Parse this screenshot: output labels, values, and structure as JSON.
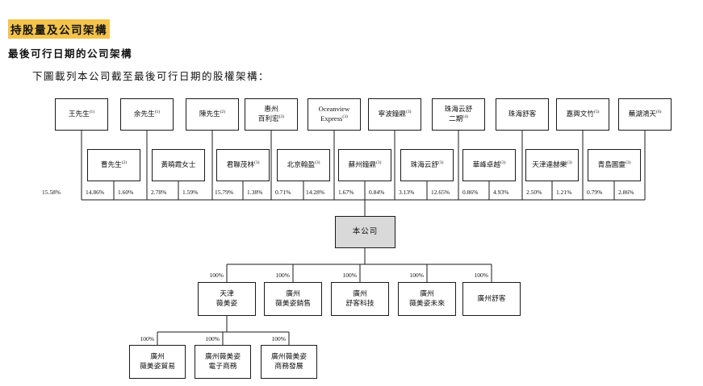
{
  "page": {
    "section_title": "持股量及公司架構",
    "subsection_title": "最後可行日期的公司架構",
    "intro_text": "下圖載列本公司截至最後可行日期的股權架構：",
    "highlight_color": "#F3C34B"
  },
  "diagram": {
    "row1": [
      {
        "label": "王先生",
        "sup": "(1)"
      },
      {
        "label": "余先生",
        "sup": "(1)"
      },
      {
        "label": "陳先生",
        "sup": "(2)"
      },
      {
        "label": "惠州\n百利宏",
        "sup": "(3)"
      },
      {
        "label": "Oceanview\nExpress",
        "sup": "(3)"
      },
      {
        "label": "寧波鐘鼎",
        "sup": "(3)"
      },
      {
        "label": "珠海云舒\n二期",
        "sup": "(4)"
      },
      {
        "label": "珠海舒客",
        "sup": ""
      },
      {
        "label": "嘉興文竹",
        "sup": "(5)"
      },
      {
        "label": "蕪湖鴻天",
        "sup": "(6)"
      }
    ],
    "row2": [
      {
        "label": "曹先生",
        "sup": "(2)"
      },
      {
        "label": "黃曉霞女士",
        "sup": ""
      },
      {
        "label": "君聯茂林",
        "sup": "(3)"
      },
      {
        "label": "北京翰盈",
        "sup": "(3)"
      },
      {
        "label": "蘇州鐘鼎",
        "sup": "(3)"
      },
      {
        "label": "珠海云舒",
        "sup": "(3)"
      },
      {
        "label": "華峰卓越",
        "sup": "(3)"
      },
      {
        "label": "天津達赫樂",
        "sup": "(3)"
      },
      {
        "label": "青島圓靈",
        "sup": "(3)"
      }
    ],
    "percents": [
      "15.58%",
      "14.86%",
      "1.60%",
      "2.78%",
      "1.59%",
      "15.79%",
      "1.38%",
      "0.71%",
      "14.28%",
      "1.67%",
      "0.84%",
      "3.13%",
      "12.65%",
      "0.86%",
      "4.93%",
      "2.50%",
      "1.21%",
      "0.79%",
      "2.86%"
    ],
    "company": {
      "label": "本公司"
    },
    "subsidiaries": [
      {
        "label": "天津\n薇美姿",
        "percent": "100%"
      },
      {
        "label": "廣州\n薇美姿銷售",
        "percent": "100%"
      },
      {
        "label": "廣州\n舒客科技",
        "percent": "100%"
      },
      {
        "label": "廣州\n薇美姿未來",
        "percent": "100%"
      },
      {
        "label": "廣州舒客",
        "percent": "100%"
      }
    ],
    "sub_subsidiaries": [
      {
        "label": "廣州\n薇美姿貿易",
        "percent": "100%"
      },
      {
        "label": "廣州薇美姿\n電子商務",
        "percent": "100%"
      },
      {
        "label": "廣州薇美姿\n商務發展",
        "percent": "100%"
      }
    ]
  }
}
